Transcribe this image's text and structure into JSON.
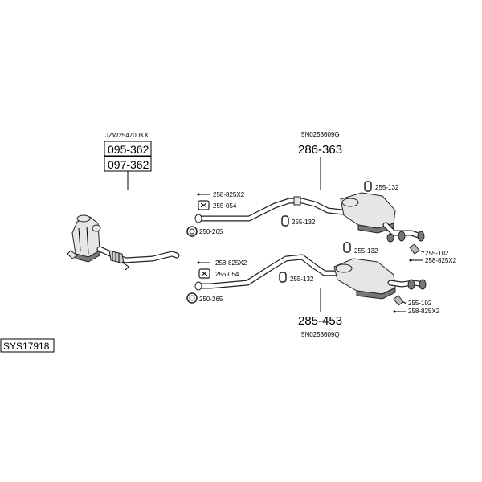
{
  "system_code": "SYS17918",
  "catalyst": {
    "code": "JZW254700KX",
    "part_numbers": [
      "095-362",
      "097-362"
    ]
  },
  "upper_system": {
    "code": "5N0253609G",
    "main_part": "286-363",
    "parts": {
      "front_clamp": "258-825X2",
      "front_hanger": "255-054",
      "front_gasket": "250-265",
      "mid_hanger": "255-132",
      "rear_hanger": "255-132",
      "tail_hanger": "255-102",
      "tail_clamp": "258-825X2"
    }
  },
  "lower_system": {
    "code": "5N0253609Q",
    "main_part": "285-453",
    "parts": {
      "front_clamp": "258-825X2",
      "front_hanger": "255-054",
      "front_gasket": "250-265",
      "mid_hanger": "255-132",
      "rear_hanger": "255-132",
      "tail_hanger": "255-102",
      "tail_clamp": "258-825X2"
    }
  }
}
